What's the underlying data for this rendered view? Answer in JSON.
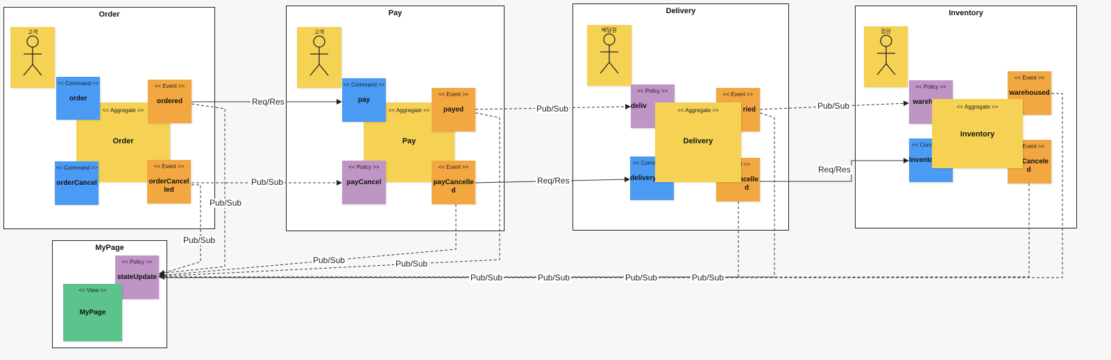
{
  "contexts": {
    "order": "Order",
    "pay": "Pay",
    "delivery": "Delivery",
    "inventory": "Inventory",
    "mypage": "MyPage"
  },
  "stereotypes": {
    "command": "<< Command >>",
    "event": "<< Event >>",
    "policy": "<< Policy >>",
    "aggregate": "<< Aggregate >>",
    "view": "<< View >>"
  },
  "actors": {
    "order": "고객",
    "pay": "고객",
    "delivery": "배달원",
    "inventory": "점원"
  },
  "order_ctx": {
    "command_order": "order",
    "event_ordered": "ordered",
    "aggregate": "Order",
    "command_cancel": "orderCancel",
    "event_cancelled": "orderCancelled"
  },
  "pay_ctx": {
    "command_pay": "pay",
    "event_payed": "payed",
    "aggregate": "Pay",
    "policy_cancel": "payCancel",
    "event_cancelled": "payCancelled"
  },
  "delivery_ctx": {
    "policy_partial": "deliv",
    "event_partial": "ried",
    "aggregate": "Delivery",
    "command_partial_label": "<< Comm",
    "command_partial": "deliveryc",
    "event_cancel_label": "t >>",
    "event_cancel_partial": "ancelle d"
  },
  "inventory_ctx": {
    "policy_warehouse": "warehouse",
    "event_warehoused": "warehoused",
    "aggregate": "inventory",
    "command_partial_label": "<< Comm",
    "command_partial": "Inventor",
    "event_cancel_partial": "toryCancele d"
  },
  "mypage_ctx": {
    "policy": "stateUpdate",
    "view": "MyPage"
  },
  "relations": {
    "req_res": "Req/Res",
    "pub_sub": "Pub/Sub"
  },
  "colors": {
    "command": "#4b9bf5",
    "event": "#f2a740",
    "policy": "#bf95c5",
    "aggregate": "#f6d254",
    "actor": "#f6d254",
    "view": "#5dc38c"
  }
}
